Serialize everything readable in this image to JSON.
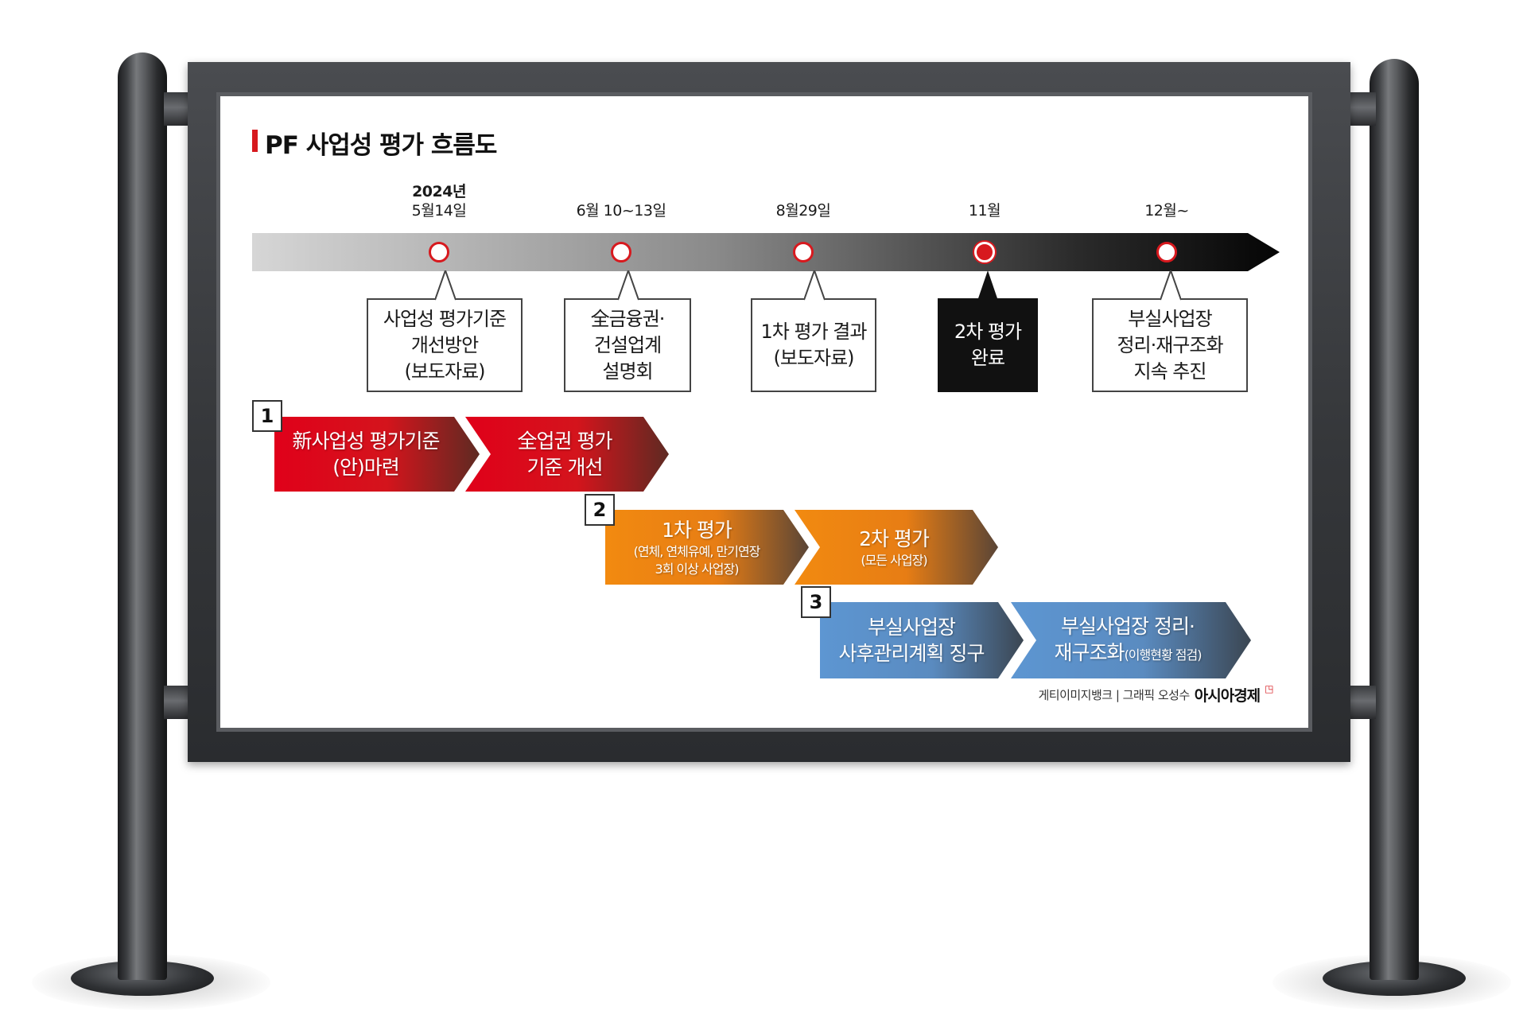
{
  "title": "PF 사업성 평가 흐름도",
  "colors": {
    "accent_red": "#d7191e",
    "step1_red": "#d7191e",
    "step2_orange": "#ef8212",
    "step3_blue": "#5a8fc8",
    "timeline_dark": "#111111"
  },
  "timeline": {
    "milestones": [
      {
        "year": "2024년",
        "date": "5월14일",
        "callout": [
          "사업성 평가기준",
          "개선방안",
          "(보도자료)"
        ],
        "highlight": false
      },
      {
        "year": "",
        "date": "6월 10~13일",
        "callout": [
          "全금융권·",
          "건설업계",
          "설명회"
        ],
        "highlight": false
      },
      {
        "year": "",
        "date": "8월29일",
        "callout": [
          "1차 평가 결과",
          "(보도자료)"
        ],
        "highlight": false
      },
      {
        "year": "",
        "date": "11월",
        "callout": [
          "2차 평가",
          "완료"
        ],
        "highlight": true
      },
      {
        "year": "",
        "date": "12월~",
        "callout": [
          "부실사업장",
          "정리·재구조화",
          "지속 추진"
        ],
        "highlight": false
      }
    ]
  },
  "steps": [
    {
      "number": "1",
      "arrows": [
        {
          "lines": [
            "新사업성 평가기준",
            "(안)마련"
          ]
        },
        {
          "lines": [
            "全업권 평가",
            "기준 개선"
          ]
        }
      ]
    },
    {
      "number": "2",
      "arrows": [
        {
          "lines": [
            "1차 평가"
          ],
          "sub": [
            "(연체, 연체유예, 만기연장",
            "3회 이상 사업장)"
          ]
        },
        {
          "lines": [
            "2차 평가"
          ],
          "sub": [
            "(모든 사업장)"
          ]
        }
      ]
    },
    {
      "number": "3",
      "arrows": [
        {
          "lines": [
            "부실사업장",
            "사후관리계획 징구"
          ]
        },
        {
          "lines": [
            "부실사업장 정리·"
          ],
          "line2_main": "재구조화",
          "line2_small": "(이행현황 점검)"
        }
      ]
    }
  ],
  "credit": {
    "text": "게티이미지뱅크 | 그래픽 오성수",
    "brand": "아시아경제"
  }
}
